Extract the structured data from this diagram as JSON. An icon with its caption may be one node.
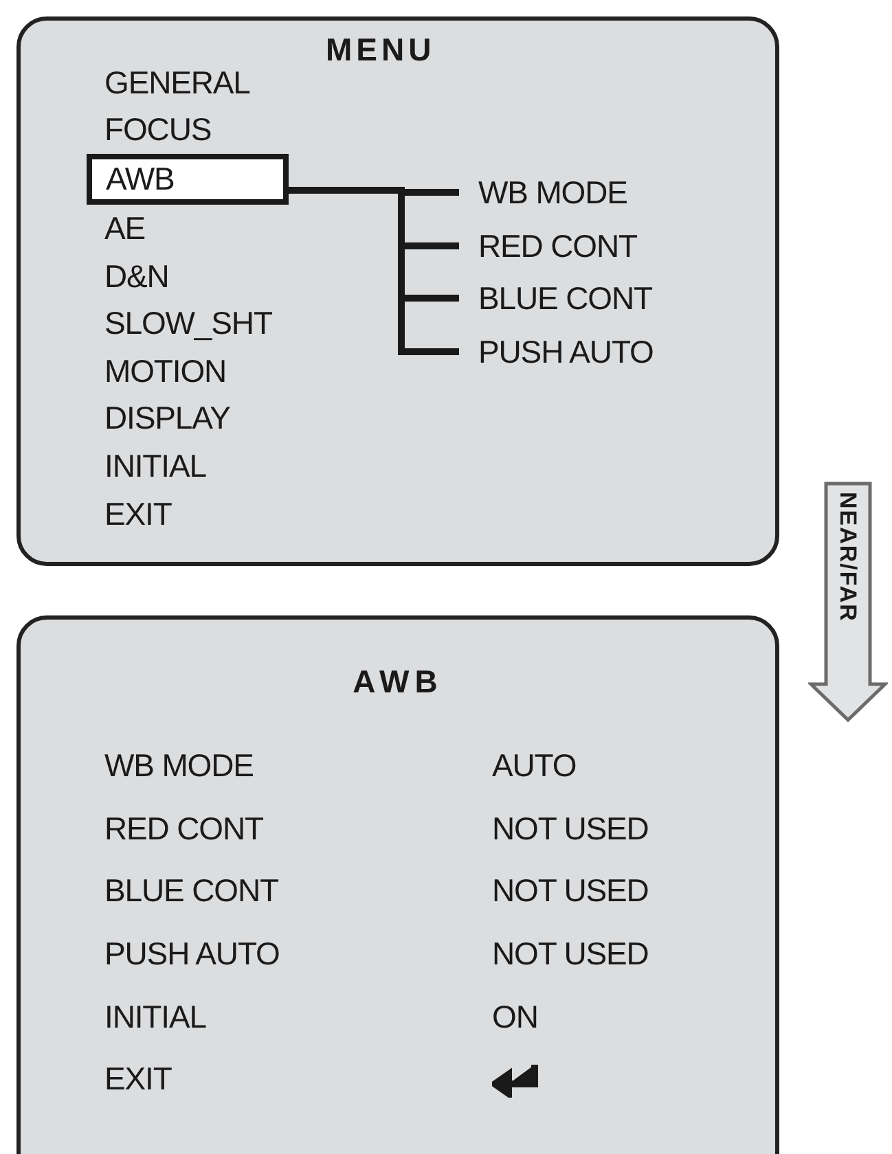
{
  "diagram": {
    "nodes": [
      {
        "text": [
          "MENU",
          "GENERAL",
          "FOCUS",
          "AE",
          "D&N",
          "SLOW_SHT",
          "MOTION",
          "DISPLAY",
          "INITIAL",
          "EXIT"
        ]
      },
      {
        "text": [
          "AWB"
        ],
        "in": 0
      },
      {
        "text": [
          "WB MODE"
        ],
        "in": 0
      },
      {
        "text": [
          "RED CONT"
        ],
        "in": 0
      },
      {
        "text": [
          "BLUE CONT"
        ],
        "in": 0
      },
      {
        "text": [
          "PUSH AUTO"
        ],
        "in": 0
      },
      {
        "text": [
          "AWB",
          "WB MODE",
          "AUTO",
          "RED CONT",
          "NOT USED",
          "BLUE CONT",
          "NOT USED",
          "PUSH AUTO",
          "NOT USED",
          "INITIAL",
          "ON",
          "EXIT"
        ]
      },
      {
        "text": [
          "NEAR/FAR"
        ]
      }
    ],
    "edges": [
      {
        "from": 1,
        "to": 2,
        "arrow": "none"
      },
      {
        "from": 1,
        "to": 3,
        "arrow": "none"
      },
      {
        "from": 1,
        "to": 4,
        "arrow": "none"
      },
      {
        "from": 1,
        "to": 5,
        "arrow": "none"
      }
    ]
  }
}
